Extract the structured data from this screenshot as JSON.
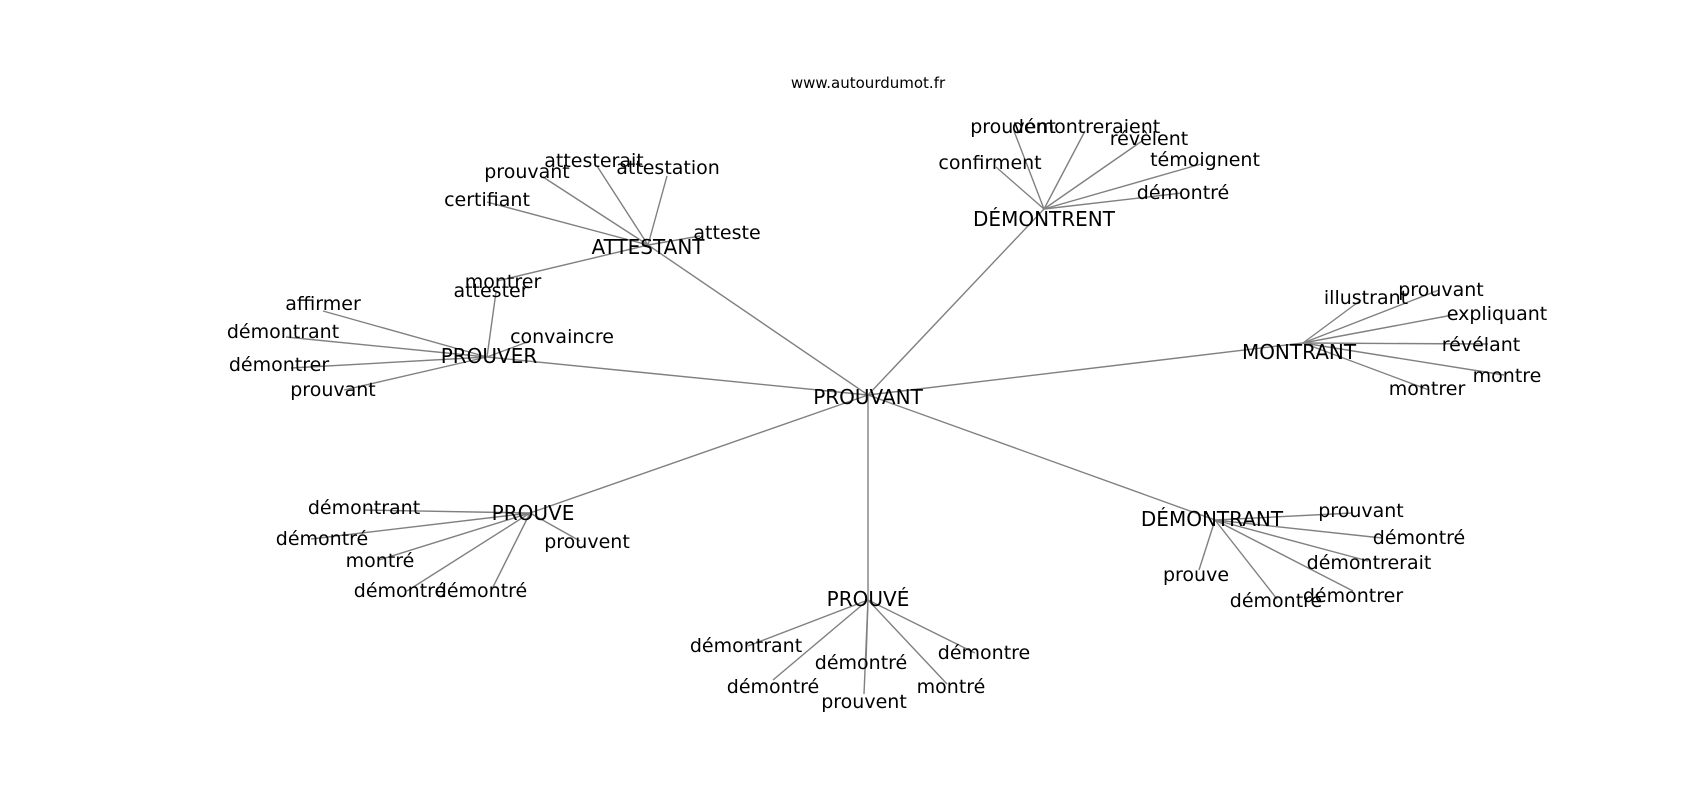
{
  "header": {
    "site": "www.autourdumot.fr"
  },
  "graph": {
    "center": "PROUVANT",
    "hubs": [
      {
        "id": "attestant",
        "label": "ATTESTANT",
        "leaves": [
          "atteste",
          "attestation",
          "attesterait",
          "prouvant",
          "certifiant",
          "montrer"
        ]
      },
      {
        "id": "demontrent",
        "label": "DÉMONTRENT",
        "leaves": [
          "démontré",
          "témoignent",
          "révèlent",
          "démontreraient",
          "prouvent",
          "confirment"
        ]
      },
      {
        "id": "montrant",
        "label": "MONTRANT",
        "leaves": [
          "illustrant",
          "prouvant",
          "expliquant",
          "révélant",
          "montre",
          "montrer"
        ]
      },
      {
        "id": "demontrant",
        "label": "DÉMONTRANT",
        "leaves": [
          "prouvant",
          "démontré",
          "démontrerait",
          "démontrer",
          "démontré",
          "prouve"
        ]
      },
      {
        "id": "prouve-acc",
        "label": "PROUVÉ",
        "leaves": [
          "démontre",
          "montré",
          "prouvent",
          "démontré",
          "démontré",
          "démontrant"
        ]
      },
      {
        "id": "prouve",
        "label": "PROUVE",
        "leaves": [
          "prouvent",
          "démontré",
          "démontré",
          "montré",
          "démontré",
          "démontrant"
        ]
      },
      {
        "id": "prouver",
        "label": "PROUVER",
        "leaves": [
          "convaincre",
          "attester",
          "affirmer",
          "démontrant",
          "démontrer",
          "prouvant"
        ]
      }
    ]
  }
}
